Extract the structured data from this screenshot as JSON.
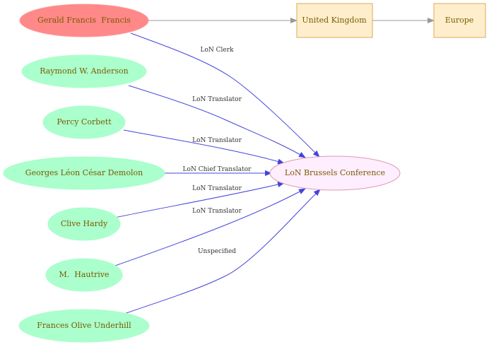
{
  "colors": {
    "person_fill": "#aaffcc",
    "highlight_fill": "#ff8888",
    "event_fill": "#ffeeff",
    "event_stroke": "#dd99aa",
    "place_fill": "#ffeecc",
    "place_stroke": "#ddaa55",
    "edge_blue": "#4444dd",
    "edge_grey": "#999999",
    "label_text": "#7a5a00"
  },
  "nodes": {
    "gerald": "Gerald Francis  Francis",
    "raymond": "Raymond W. Anderson",
    "percy": "Percy Corbett",
    "georges": "Georges Léon César Demolon",
    "clive": "Clive Hardy",
    "hautrive": "M.  Hautrive",
    "frances": "Frances Olive Underhill",
    "conference": "LoN Brussels Conference",
    "uk": "United Kingdom",
    "europe": "Europe"
  },
  "edges": {
    "gerald": "LoN Clerk",
    "raymond": "LoN Translator",
    "percy": "LoN Translator",
    "georges": "LoN Chief Translator",
    "clive": "LoN Translator",
    "hautrive": "LoN Translator",
    "frances": "Unspecified"
  }
}
